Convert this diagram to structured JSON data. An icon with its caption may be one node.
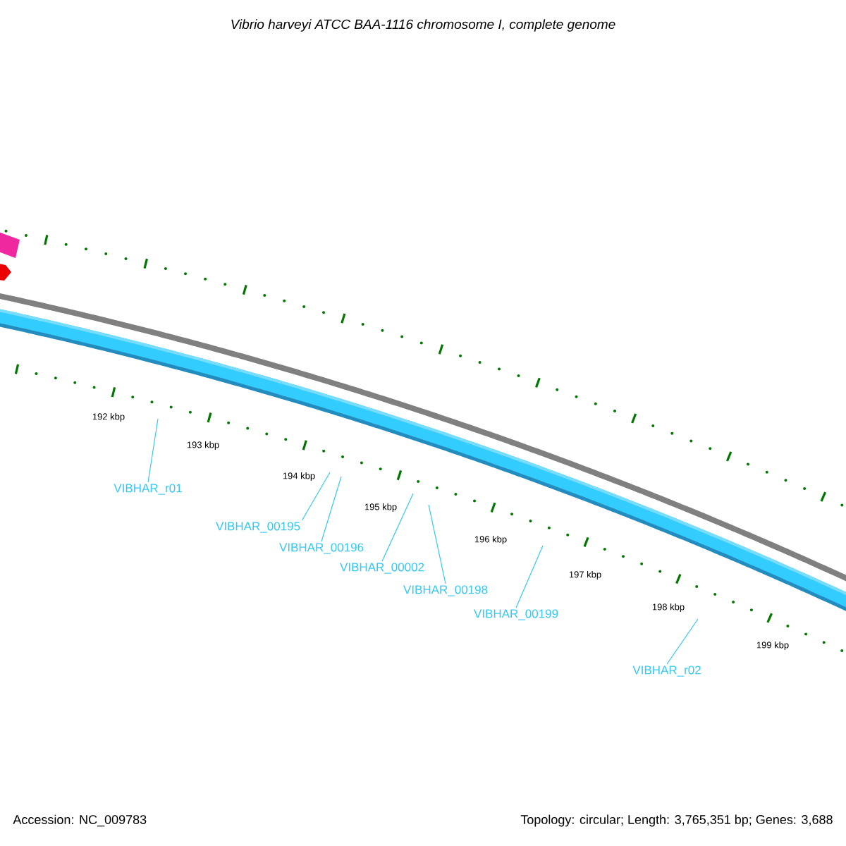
{
  "diagram": {
    "title": "Vibrio harveyi ATCC BAA-1116 chromosome I, complete genome",
    "nodes": [
      {
        "text": [
          "VIBHAR_r01"
        ]
      },
      {
        "text": [
          "VIBHAR_00195"
        ]
      },
      {
        "text": [
          "VIBHAR_00196"
        ]
      },
      {
        "text": [
          "VIBHAR_00002"
        ]
      },
      {
        "text": [
          "VIBHAR_00198"
        ]
      },
      {
        "text": [
          "VIBHAR_00199"
        ]
      },
      {
        "text": [
          "VIBHAR_r02"
        ]
      }
    ],
    "edges": [
      {
        "from": 0,
        "to": null,
        "arrow": "none"
      },
      {
        "from": 1,
        "to": null,
        "arrow": "none"
      },
      {
        "from": 2,
        "to": null,
        "arrow": "none"
      },
      {
        "from": 3,
        "to": null,
        "arrow": "none"
      },
      {
        "from": 4,
        "to": null,
        "arrow": "none"
      },
      {
        "from": 5,
        "to": null,
        "arrow": "none"
      },
      {
        "from": 6,
        "to": null,
        "arrow": "none"
      }
    ],
    "labels": [
      "192 kbp",
      "193 kbp",
      "194 kbp",
      "195 kbp",
      "196 kbp",
      "197 kbp",
      "198 kbp",
      "199 kbp",
      "Accession: NC_009783",
      "Topology: circular; Length: 3,765,351 bp; Genes: 3,688"
    ]
  }
}
